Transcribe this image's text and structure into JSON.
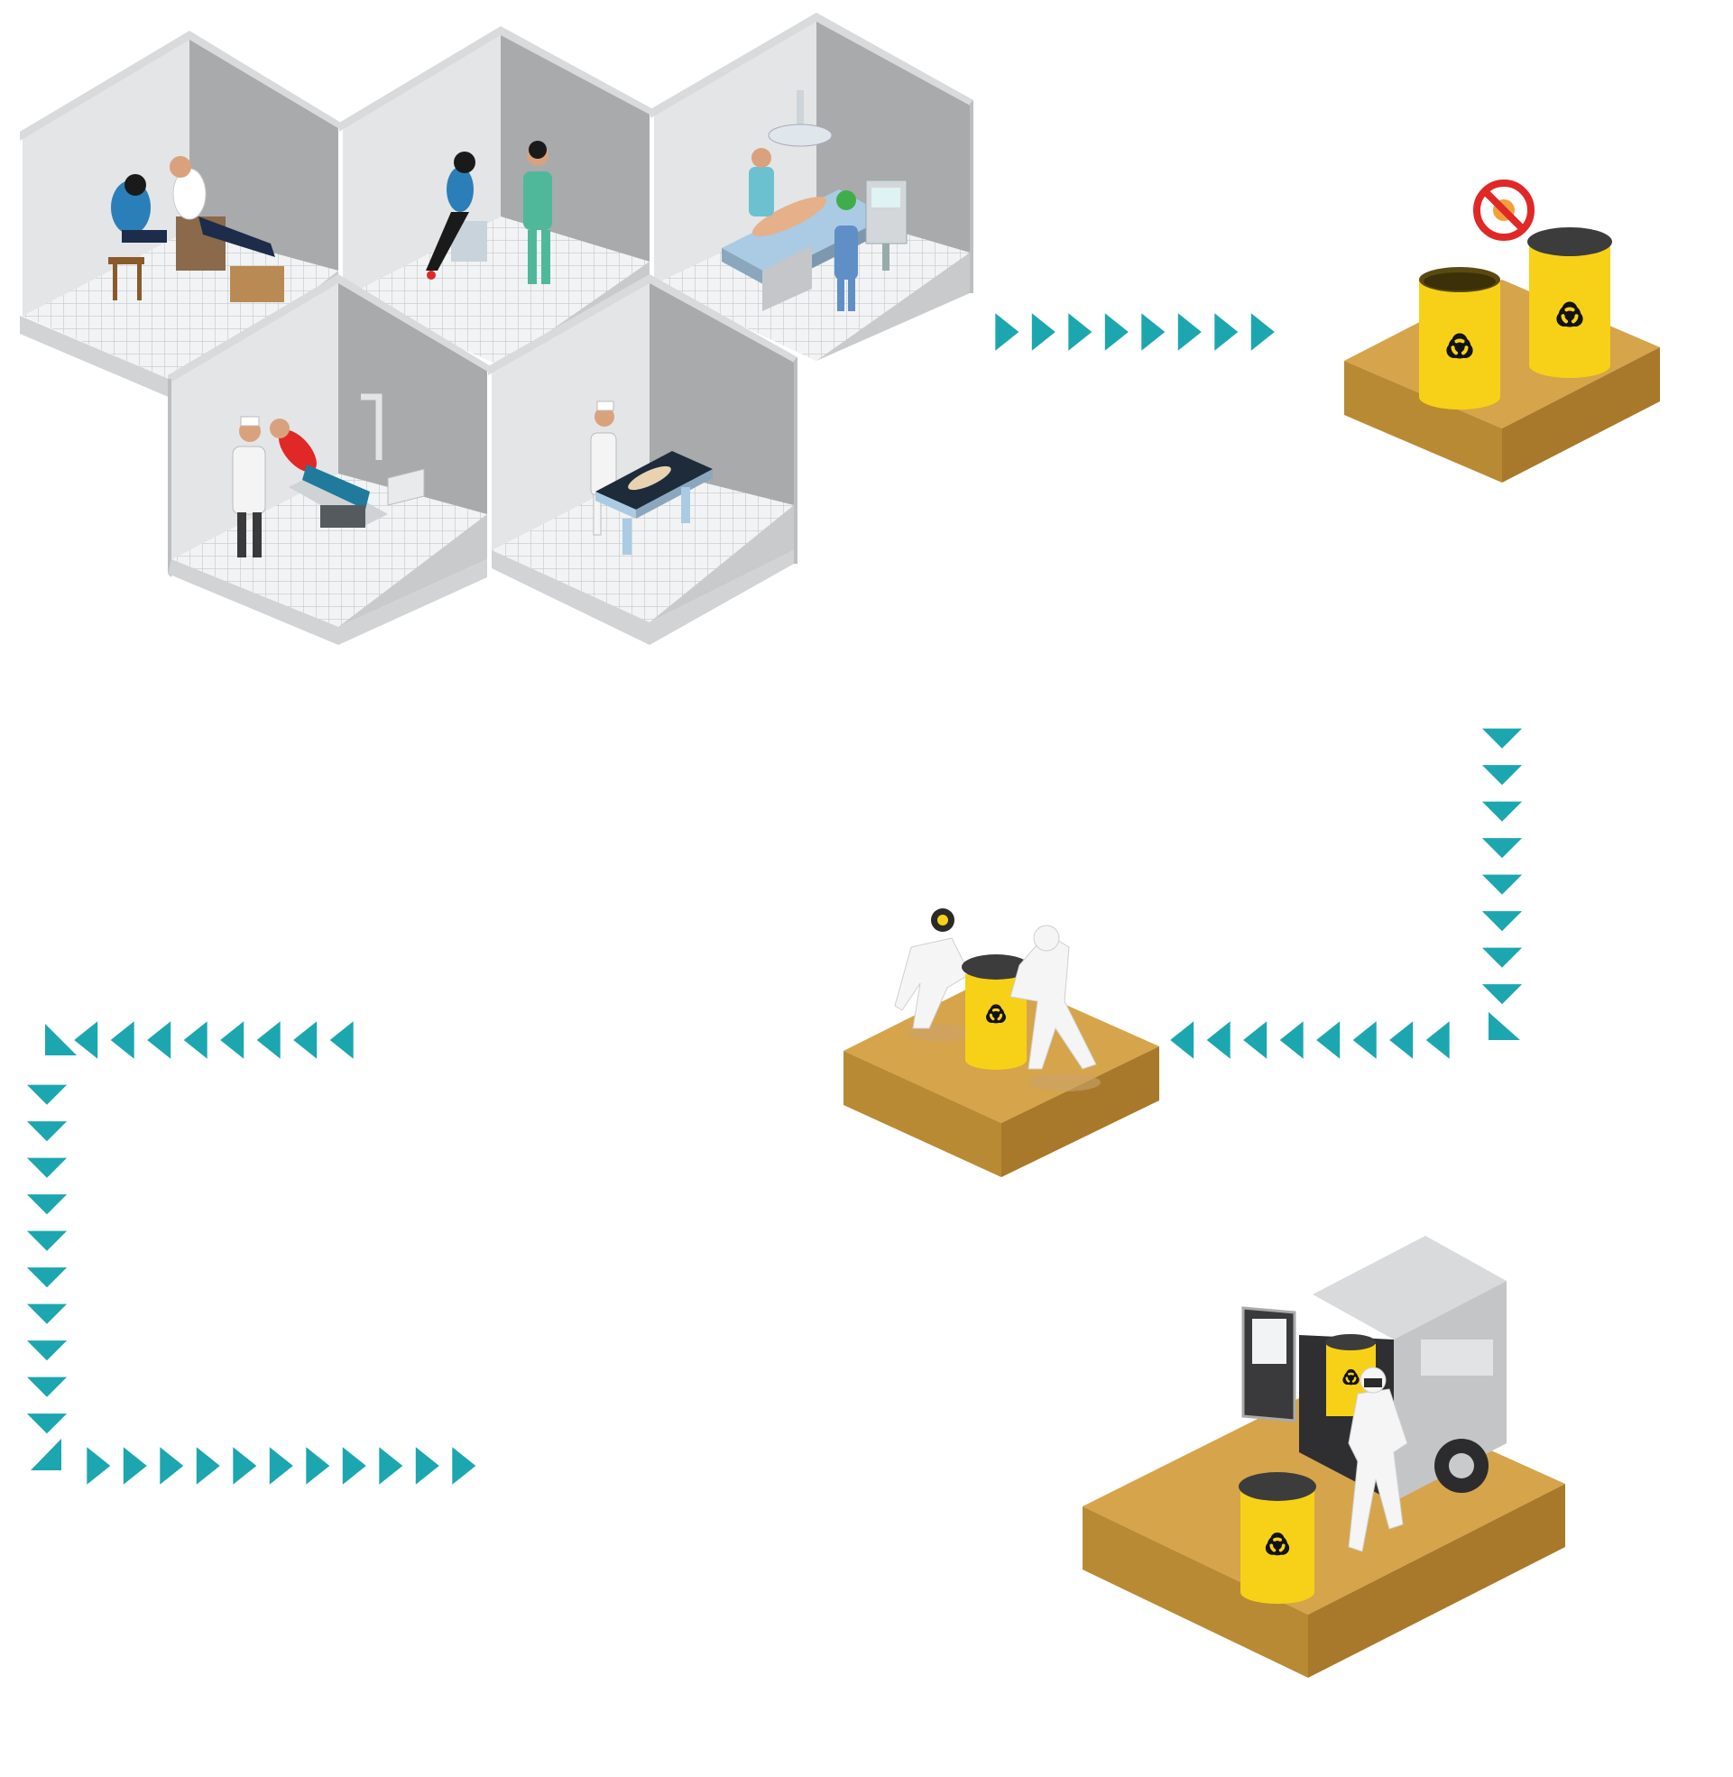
{
  "diagram": {
    "type": "process-flow",
    "steps": [
      {
        "id": "generation",
        "icon": "medical-facilities-icon"
      },
      {
        "id": "containment",
        "icon": "biohazard-bins-icon"
      },
      {
        "id": "handling",
        "icon": "workers-moving-bin-icon"
      },
      {
        "id": "transport",
        "icon": "van-loading-icon"
      }
    ],
    "colors": {
      "arrow": "#1ca6b0",
      "platform_top": "#d6a44a",
      "platform_side_left": "#b98a34",
      "platform_side_right": "#a8792a",
      "wall_light": "#e4e5e7",
      "wall_mid": "#c9cacc",
      "wall_dark": "#a9aaac",
      "floor": "#f2f3f4",
      "tile_line": "#c4c7ca",
      "bin_yellow": "#f7d117",
      "bin_lid": "#3c3c3c",
      "hazmat_white": "#f5f5f5",
      "no_sign_red": "#e02827",
      "van_grey": "#d4d5d7"
    }
  }
}
